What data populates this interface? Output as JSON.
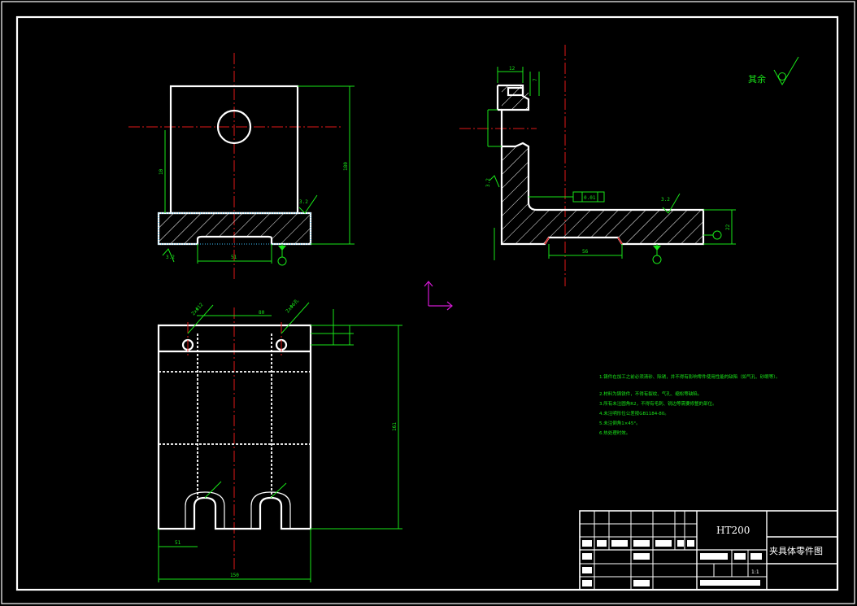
{
  "title_block": {
    "material": "HT200",
    "drawing_name": "夹具体零件图",
    "scale": "1:1"
  },
  "roughness_other": "其余",
  "notes": [
    "1.铸件在加工之前必须清砂、除锈，并不得有影响零件使用性能的缺陷（如气孔、砂眼等）。",
    "2.材料为铸铁件，不得有裂纹、气孔、缩松等缺陷。",
    "3.所有未注圆角R2，不得有毛刺、锐边等需要修整的部位。",
    "4.未注明形位公差按GB1184-80。",
    "5.未注倒角1×45°。",
    "6.热处理时效。"
  ],
  "dimensions": {
    "front_height": "180",
    "front_inner": "10",
    "front_slot": "51",
    "side_top": "12",
    "side_r": "7",
    "side_slot": "56",
    "side_h": "22",
    "plan_width": "150",
    "plan_depth": "161",
    "plan_left": "51",
    "plan_holes_a": "2xΦ12",
    "plan_holes_b": "2xΦ6孔",
    "plan_pitch": "80",
    "tol_text": "0.01",
    "rough_a": "3.2",
    "rough_b": "3.2",
    "rough_c": "3.2",
    "rough_d": "3.2"
  }
}
